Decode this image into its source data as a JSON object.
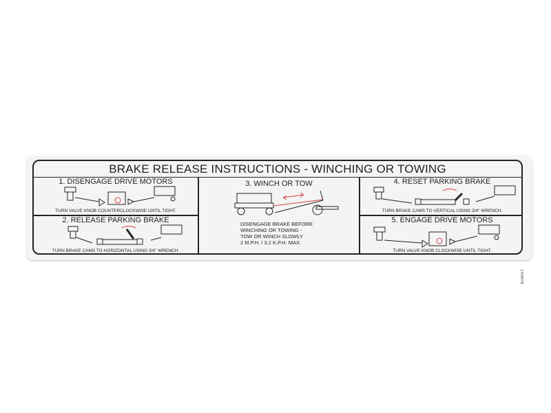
{
  "title": "BRAKE RELEASE INSTRUCTIONS - WINCHING OR TOWING",
  "steps": [
    {
      "label": "1. DISENGAGE DRIVE MOTORS",
      "caption": "TURN VALVE KNOB COUNTERCLOCKWISE UNTIL TIGHT."
    },
    {
      "label": "2. RELEASE PARKING BRAKE",
      "caption": "TURN BRAKE CAMS TO HORIZONTAL USING 3/4\" WRENCH."
    },
    {
      "label": "3. WINCH OR TOW",
      "lines": [
        "DISENGAGE BRAKE BEFORE",
        "WINCHING OR TOWING -",
        "TOW OR WINCH SLOWLY",
        "2 M.P.H. / 3.2 K.P.H. MAX."
      ]
    },
    {
      "label": "4. RESET PARKING BRAKE",
      "caption": "TURN BRAKE CAMS TO VERTICAL USING 3/4\" WRENCH."
    },
    {
      "label": "5. ENGAGE DRIVE MOTORS",
      "caption": "TURN VALVE KNOB CLOCKWISE UNTIL TIGHT."
    }
  ],
  "part_code": "170407B",
  "colors": {
    "ink": "#222222",
    "accent": "#d94040",
    "decal": "#f4f4f4"
  }
}
